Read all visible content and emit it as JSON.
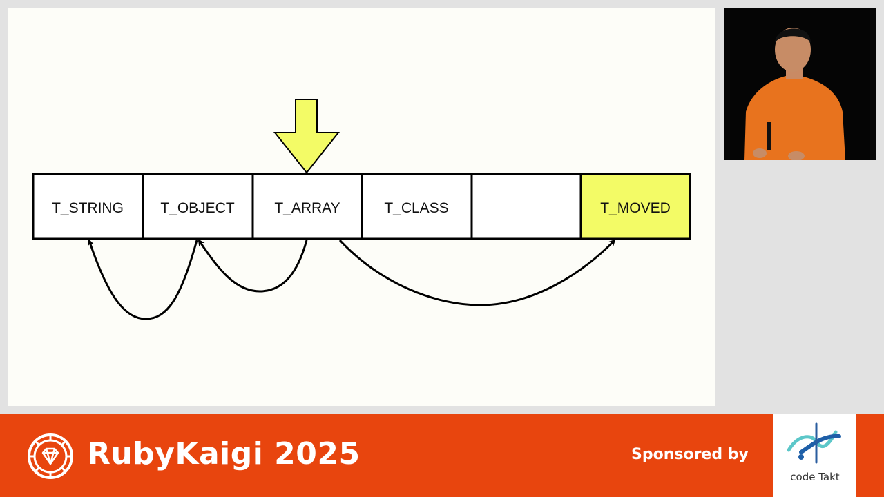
{
  "slide": {
    "cells": [
      {
        "label": "T_STRING",
        "highlighted": false
      },
      {
        "label": "T_OBJECT",
        "highlighted": false
      },
      {
        "label": "T_ARRAY",
        "highlighted": false
      },
      {
        "label": "T_CLASS",
        "highlighted": false
      },
      {
        "label": "",
        "highlighted": false
      },
      {
        "label": "T_MOVED",
        "highlighted": true
      }
    ],
    "pointer_cell_index": 2,
    "colors": {
      "highlight": "#f3fb66",
      "slide_bg": "#fdfdf8"
    }
  },
  "banner": {
    "event_title": "RubyKaigi 2025",
    "sponsored_label": "Sponsored by",
    "sponsor_name": "code Takt",
    "colors": {
      "banner_bg": "#e8450e",
      "text": "#ffffff"
    }
  }
}
